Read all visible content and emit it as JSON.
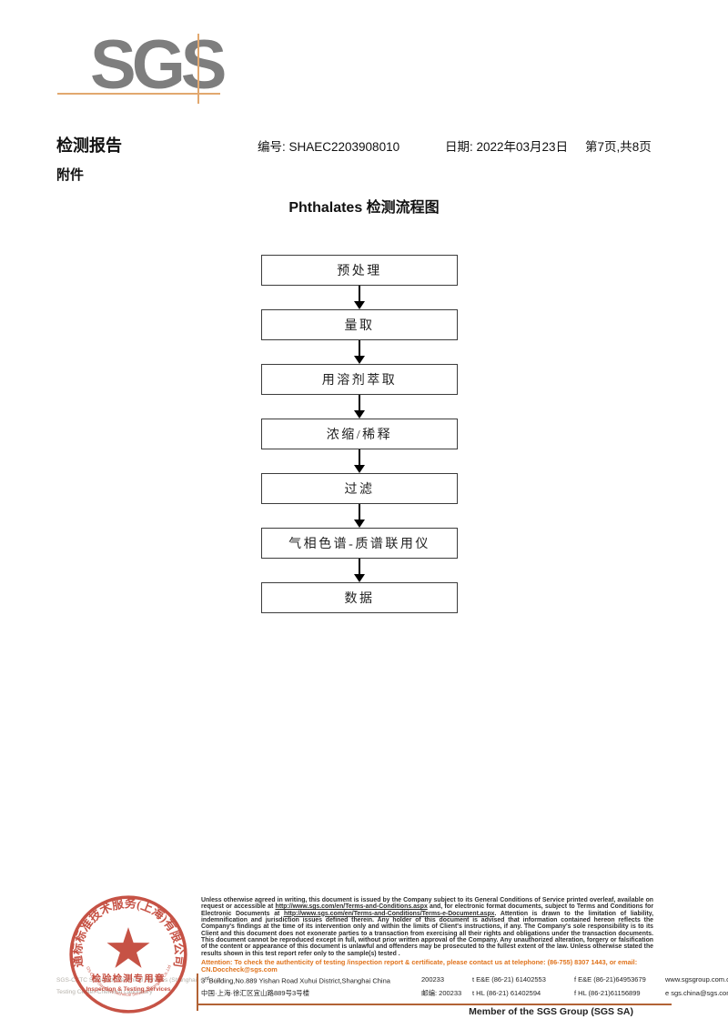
{
  "logo": {
    "text": "SGS"
  },
  "header": {
    "report_title": "检测报告",
    "report_no": "编号: SHAEC2203908010",
    "date": "日期: 2022年03月23日",
    "page": "第7页,共8页",
    "attachment": "附件"
  },
  "flowchart": {
    "title": "Phthalates 检测流程图",
    "steps": [
      "预处理",
      "量取",
      "用溶剂萃取",
      "浓缩/稀释",
      "过滤",
      "气相色谱-质谱联用仪",
      "数据"
    ]
  },
  "stamp": {
    "ring_text": "通标标准技术服务(上海)有限公司",
    "inner_arc_text": "SGS-CSTC Standards Technical Services (Shanghai) Co.,Ltd.",
    "line1": "检验检测专用章",
    "line2": "Inspection & Testing Services",
    "color": "#bf3b2c"
  },
  "footer": {
    "company_line1": "SGS-CSTC Standards Technical Services (Shanghai) Co.,Ltd.",
    "company_line2": "Testing Center-Chemical Laboratory",
    "disclaimer_p1": "Unless otherwise agreed in writing, this document is issued by the Company subject to its General Conditions of Service printed overleaf, available on request or accessible at ",
    "disclaimer_url1": "http://www.sgs.com/en/Terms-and-Conditions.aspx",
    "disclaimer_p2": " and, for electronic format documents, subject to Terms and Conditions for Electronic Documents at ",
    "disclaimer_url2": "http://www.sgs.com/en/Terms-and-Conditions/Terms-e-Document.aspx",
    "disclaimer_p3": ". Attention is drawn to the limitation of liability, indemnification and jurisdiction issues defined therein. Any holder of this document is advised that information contained hereon reflects the Company's findings at the time of its intervention only and within the limits of Client's instructions, if any. The Company's sole responsibility is to its Client and this document does not exonerate parties to a transaction from exercising all their rights and obligations under the transaction documents. This document cannot be reproduced except in full, without prior written approval of the Company. Any unauthorized alteration, forgery or falsification of the content or appearance of this document is unlawful and offenders may be prosecuted to the fullest extent of the law. Unless otherwise stated the results shown in this test report refer only to the sample(s) tested .",
    "attention": "Attention: To check the authenticity of testing /inspection report & certificate, please contact us at telephone: (86-755) 8307 1443, or email: CN.Doccheck@sgs.com",
    "address_en_prefix": "3",
    "address_en_sup": "rd",
    "address_en_rest": "Building,No.889 Yishan Road Xuhui District,Shanghai China",
    "zip_en": "200233",
    "tel1": "t E&E (86-21) 61402553",
    "fax1": "f E&E (86-21)64953679",
    "web": "www.sgsgroup.com.cn",
    "address_cn": "中国·上海·徐汇区宜山路889号3号楼",
    "zip_cn": "邮编: 200233",
    "tel2": "t HL (86-21) 61402594",
    "fax2": "f HL (86-21)61156899",
    "email": "e sgs.china@sgs.com",
    "member": "Member of the SGS Group (SGS SA)"
  },
  "colors": {
    "logo_gray": "#7e7e7e",
    "crosshair_orange": "#e2a86f",
    "footer_line_orange": "#b26235",
    "attention_orange": "#e0731c",
    "stamp_red": "#bf3b2c"
  }
}
